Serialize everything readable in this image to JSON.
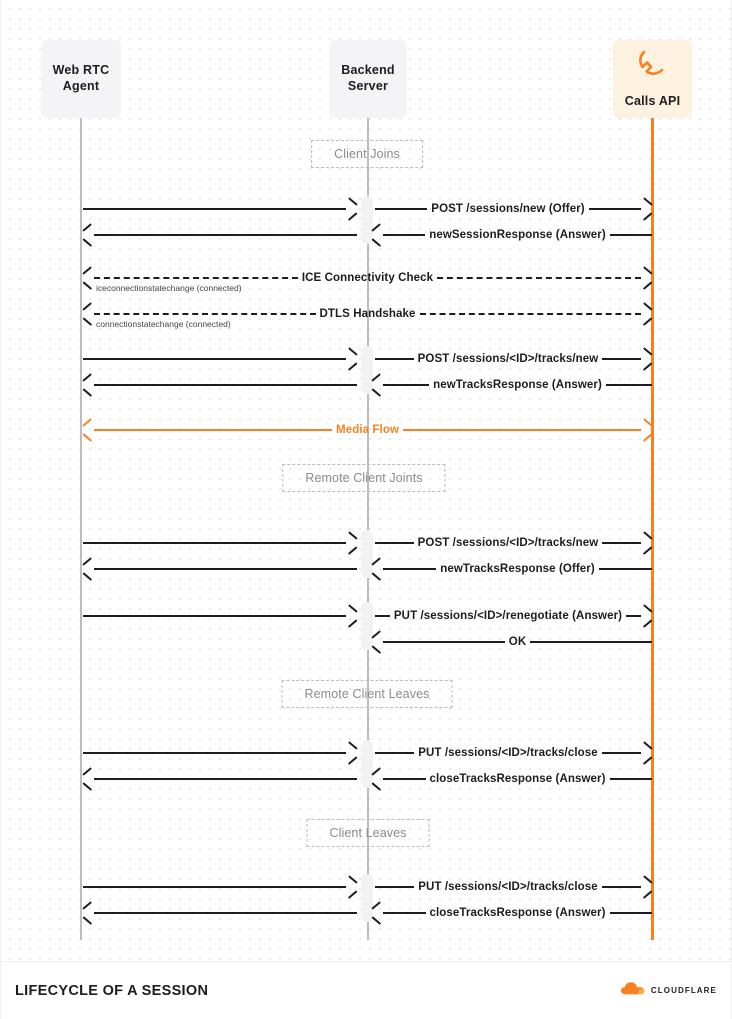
{
  "diagram": {
    "title": "LIFECYCLE OF A SESSION",
    "brand": "CLOUDFLARE",
    "accent_color": "#f6821f",
    "lifeline_color": "#bdbdc1",
    "actors": [
      {
        "id": "webrtc",
        "label": "Web RTC\nAgent",
        "icon": "none",
        "style": "plain"
      },
      {
        "id": "backend",
        "label": "Backend\nServer",
        "icon": "none",
        "style": "plain"
      },
      {
        "id": "calls",
        "label": "Calls API",
        "icon": "phone-icon",
        "style": "accent"
      }
    ],
    "sections": [
      {
        "label": "Client Joins"
      },
      {
        "label": "Remote Client Joints"
      },
      {
        "label": "Remote Client Leaves"
      },
      {
        "label": "Client Leaves"
      }
    ],
    "messages": [
      {
        "id": "m1",
        "left_text": "",
        "right_text": "POST /sessions/new (Offer)",
        "caption": "",
        "dir": "right",
        "style": "solid",
        "span": "split"
      },
      {
        "id": "m2",
        "left_text": "",
        "right_text": "newSessionResponse (Answer)",
        "caption": "",
        "dir": "left",
        "style": "solid",
        "span": "split"
      },
      {
        "id": "m3",
        "left_text": "",
        "right_text": "ICE Connectivity Check",
        "caption": "iceconnectionstatechange (connected)",
        "dir": "both-dashed",
        "style": "dashed",
        "span": "full"
      },
      {
        "id": "m4",
        "left_text": "",
        "right_text": "DTLS Handshake",
        "caption": "connectionstatechange (connected)",
        "dir": "both-dashed",
        "style": "dashed",
        "span": "full"
      },
      {
        "id": "m5",
        "left_text": "",
        "right_text": "POST /sessions/<ID>/tracks/new",
        "caption": "",
        "dir": "right",
        "style": "solid",
        "span": "split"
      },
      {
        "id": "m6",
        "left_text": "",
        "right_text": "newTracksResponse (Answer)",
        "caption": "",
        "dir": "left",
        "style": "solid",
        "span": "split"
      },
      {
        "id": "m7",
        "left_text": "",
        "right_text": "Media Flow",
        "caption": "",
        "dir": "both",
        "style": "orange",
        "span": "full"
      },
      {
        "id": "m8",
        "left_text": "",
        "right_text": "POST /sessions/<ID>/tracks/new",
        "caption": "",
        "dir": "right",
        "style": "solid",
        "span": "split"
      },
      {
        "id": "m9",
        "left_text": "",
        "right_text": "newTracksResponse (Offer)",
        "caption": "",
        "dir": "left",
        "style": "solid",
        "span": "split"
      },
      {
        "id": "m10",
        "left_text": "",
        "right_text": "PUT /sessions/<ID>/renegotiate (Answer)",
        "caption": "",
        "dir": "right",
        "style": "solid",
        "span": "split"
      },
      {
        "id": "m11",
        "left_text": "",
        "right_text": "OK",
        "caption": "",
        "dir": "left",
        "style": "solid",
        "span": "split"
      },
      {
        "id": "m12",
        "left_text": "",
        "right_text": "PUT /sessions/<ID>/tracks/close",
        "caption": "",
        "dir": "right",
        "style": "solid",
        "span": "split"
      },
      {
        "id": "m13",
        "left_text": "",
        "right_text": "closeTracksResponse (Answer)",
        "caption": "",
        "dir": "left",
        "style": "solid",
        "span": "split"
      },
      {
        "id": "m14",
        "left_text": "",
        "right_text": "PUT /sessions/<ID>/tracks/close",
        "caption": "",
        "dir": "right",
        "style": "solid",
        "span": "split"
      },
      {
        "id": "m15",
        "left_text": "",
        "right_text": "closeTracksResponse (Answer)",
        "caption": "",
        "dir": "left",
        "style": "solid",
        "span": "split"
      }
    ]
  }
}
